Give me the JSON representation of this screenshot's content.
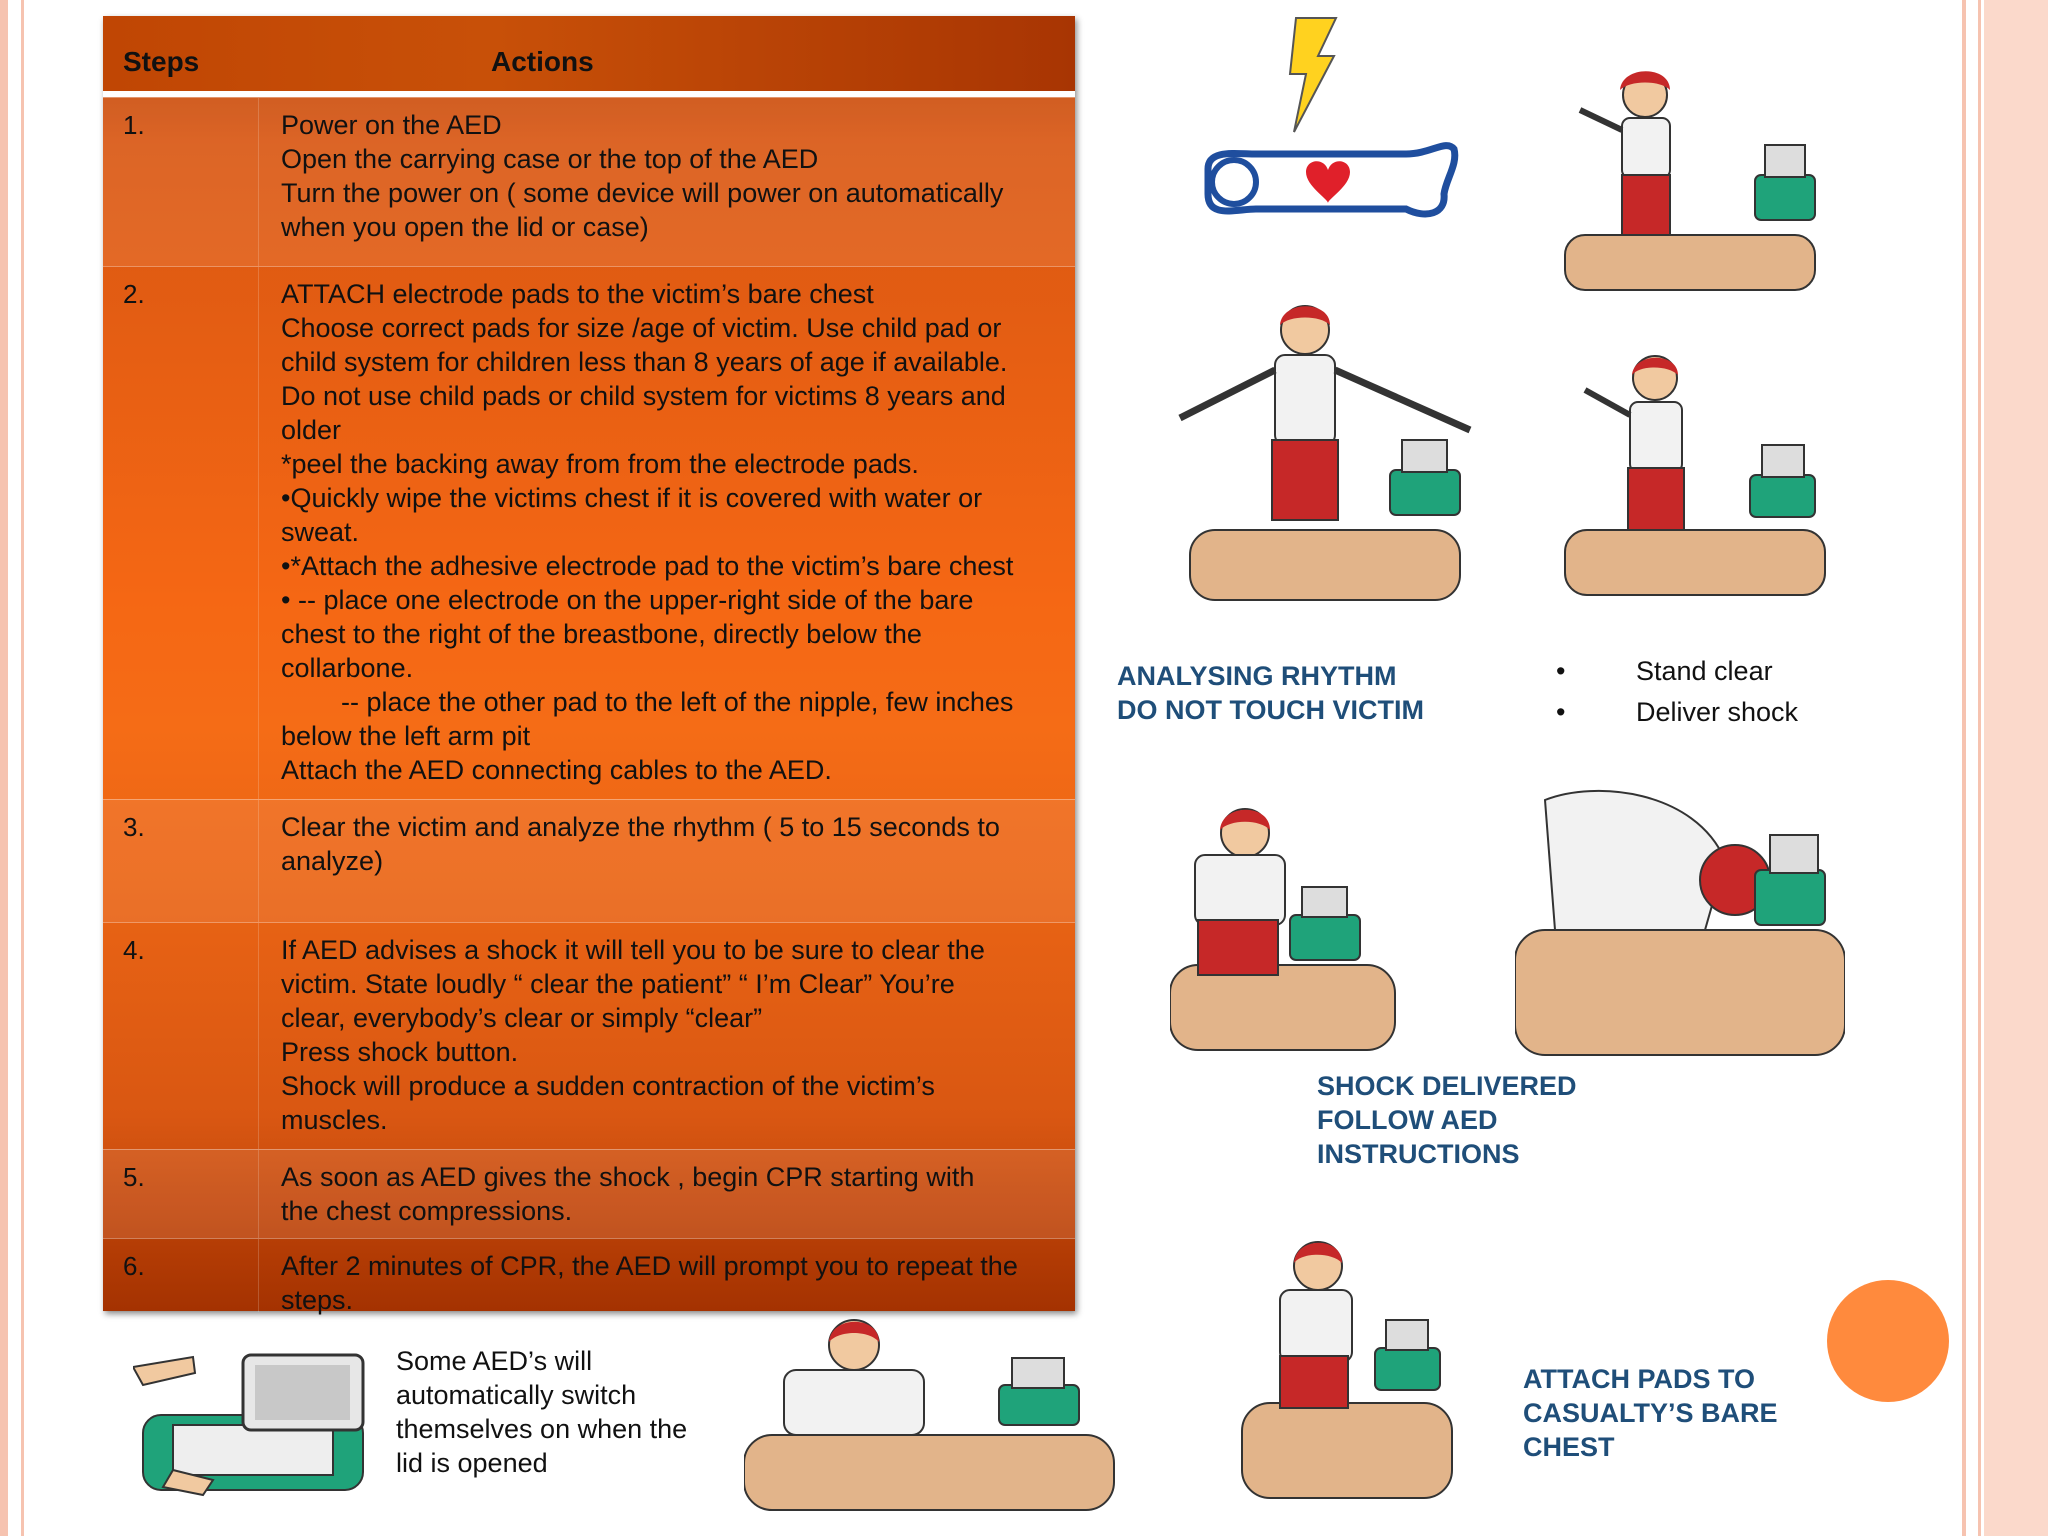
{
  "table": {
    "header": {
      "steps": "Steps",
      "actions": "Actions"
    },
    "rows": [
      {
        "step": "1.",
        "lines": [
          "Power on the  AED",
          "Open the carrying case or the top of the AED",
          "Turn the power on ( some device will power on automatically",
          "when you open the lid or case)"
        ]
      },
      {
        "step": "2.",
        "lines": [
          "ATTACH electrode pads to the victim’s bare chest",
          "Choose correct pads for size /age of victim. Use child pad or",
          "child system for children less than 8 years  of age if available.",
          "Do not use child pads or child system for victims 8 years and",
          "older",
          "*peel the backing away from from the electrode pads.",
          "•Quickly wipe the victims chest if it is covered with water or",
          "sweat.",
          "•*Attach the adhesive electrode pad to the victim’s bare chest",
          "•    -- place one electrode on the upper-right side of the bare",
          "chest to the right of the breastbone, directly below the",
          "collarbone.",
          "        -- place the other pad to the left of the nipple, few inches",
          "below the left arm pit",
          "Attach the AED connecting cables to the AED."
        ]
      },
      {
        "step": "3.",
        "lines": [
          "Clear the victim and analyze the rhythm ( 5 to 15 seconds to",
          "analyze)"
        ]
      },
      {
        "step": "4.",
        "lines": [
          "If AED advises a shock it will tell you to be sure to clear the",
          "victim. State loudly “ clear the patient”  “ I’m Clear” You’re",
          "clear, everybody’s clear or simply “clear”",
          "Press shock button.",
          "Shock will produce a sudden contraction of the victim’s",
          "muscles."
        ]
      },
      {
        "step": "5.",
        "lines": [
          "As soon as AED gives the shock , begin CPR starting with",
          "the chest compressions."
        ]
      },
      {
        "step": "6.",
        "lines": [
          "After 2 minutes of CPR, the AED will prompt you to repeat the",
          "steps."
        ]
      }
    ]
  },
  "captions": {
    "analysing": [
      "ANALYSING RHYTHM",
      "DO NOT TOUCH VICTIM"
    ],
    "bullets": [
      "Stand clear",
      "Deliver shock"
    ],
    "bullet_symbol": "•",
    "shock_delivered": [
      "SHOCK DELIVERED",
      "FOLLOW AED",
      "INSTRUCTIONS"
    ],
    "attach_pads": [
      "ATTACH PADS TO",
      "CASUALTY’S BARE",
      "CHEST"
    ],
    "some_aed": [
      "Some AED’s will",
      "automatically switch",
      "themselves on when the",
      "lid is opened"
    ]
  },
  "colors": {
    "table_orange": "#f56410",
    "caption_blue": "#1f4e79",
    "accent_circle": "#ff8a3d",
    "frame_pink": "#f6c3b0",
    "aed_green": "#1fa37a",
    "heart_red": "#e0202a"
  },
  "icons": [
    "defibrillator-shock-icon",
    "heart-icon",
    "lightning-bolt-icon"
  ]
}
